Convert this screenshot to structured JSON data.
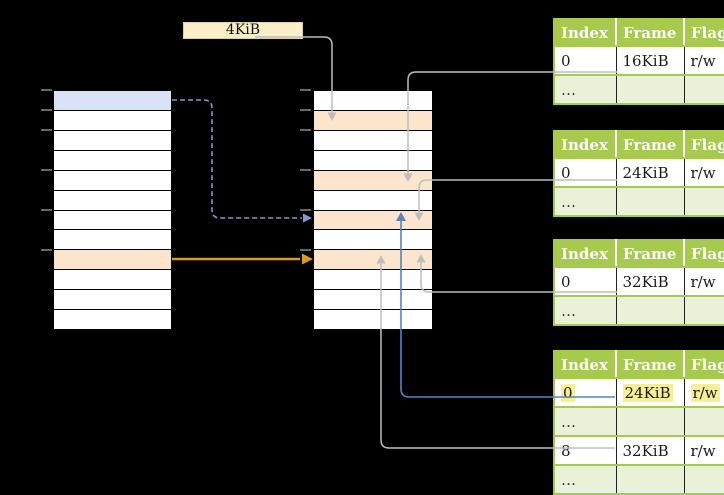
{
  "page_size_box": {
    "label": "4KiB"
  },
  "virtual_memory": {
    "row_count": 12,
    "blue_row_index": 0,
    "orange_row_index": 8,
    "tick_y_positions": [
      90,
      110,
      130,
      170,
      210,
      250
    ]
  },
  "physical_memory": {
    "row_count": 12,
    "orange_row_indexes": [
      1,
      4,
      6,
      8
    ],
    "tick_y_positions": [
      90,
      110,
      130,
      170,
      210,
      250
    ]
  },
  "page_tables": [
    {
      "headers": [
        "Index",
        "Frame",
        "Flags"
      ],
      "rows": [
        {
          "index": "0",
          "frame": "16KiB",
          "flags": "r/w",
          "highlighted": false,
          "shaded": false
        },
        {
          "index": "…",
          "frame": "",
          "flags": "",
          "highlighted": false,
          "shaded": true
        }
      ]
    },
    {
      "headers": [
        "Index",
        "Frame",
        "Flags"
      ],
      "rows": [
        {
          "index": "0",
          "frame": "24KiB",
          "flags": "r/w",
          "highlighted": false,
          "shaded": false
        },
        {
          "index": "…",
          "frame": "",
          "flags": "",
          "highlighted": false,
          "shaded": true
        }
      ]
    },
    {
      "headers": [
        "Index",
        "Frame",
        "Flags"
      ],
      "rows": [
        {
          "index": "0",
          "frame": "32KiB",
          "flags": "r/w",
          "highlighted": false,
          "shaded": false
        },
        {
          "index": "…",
          "frame": "",
          "flags": "",
          "highlighted": false,
          "shaded": true
        }
      ]
    },
    {
      "headers": [
        "Index",
        "Frame",
        "Flags"
      ],
      "rows": [
        {
          "index": "0",
          "frame": "24KiB",
          "flags": "r/w",
          "highlighted": true,
          "shaded": false
        },
        {
          "index": "…",
          "frame": "",
          "flags": "",
          "highlighted": false,
          "shaded": true
        },
        {
          "index": "8",
          "frame": "32KiB",
          "flags": "r/w",
          "highlighted": false,
          "shaded": false
        },
        {
          "index": "…",
          "frame": "",
          "flags": "",
          "highlighted": false,
          "shaded": true
        }
      ]
    }
  ],
  "colors": {
    "background": "#000000",
    "table_green": "#a5ca4e",
    "table_row_light_green": "#e9f1d8",
    "highlight_yellow": "#f7ef94",
    "memory_blue": "#d8e4f5",
    "memory_orange": "#fce5cd",
    "page_size_box_fill": "#faeec6",
    "gray_arrow": "#bdbdbd",
    "blue_arrow": "#5b81bf",
    "dashed_blue_arrow": "#7d9cc9",
    "orange_arrow": "#d89e1b",
    "tick_gray": "#8a8a8a"
  }
}
